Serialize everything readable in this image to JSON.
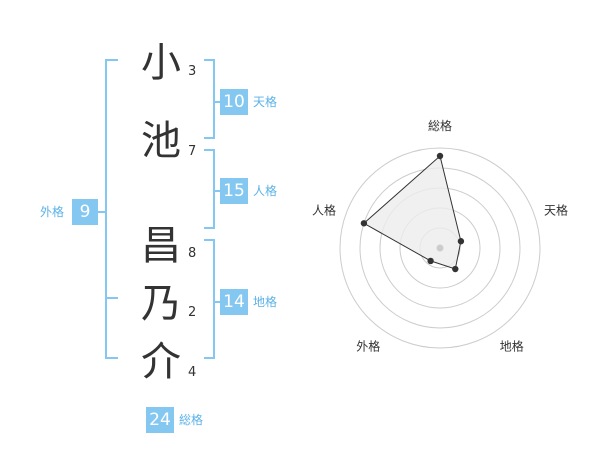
{
  "name_chars": [
    {
      "char": "小",
      "strokes": "3"
    },
    {
      "char": "池",
      "strokes": "7"
    },
    {
      "char": "昌",
      "strokes": "8"
    },
    {
      "char": "乃",
      "strokes": "2"
    },
    {
      "char": "介",
      "strokes": "4"
    }
  ],
  "fortunes": {
    "tenkaku": {
      "value": "10",
      "label": "天格"
    },
    "jinkaku": {
      "value": "15",
      "label": "人格"
    },
    "chikaku": {
      "value": "14",
      "label": "地格"
    },
    "gaikaku": {
      "value": "9",
      "label": "外格"
    },
    "soukaku": {
      "value": "24",
      "label": "総格"
    }
  },
  "chart_data": {
    "type": "radar",
    "axes": [
      "総格",
      "天格",
      "地格",
      "外格",
      "人格"
    ],
    "values": [
      4.6,
      1.1,
      1.3,
      0.8,
      4.0
    ],
    "max": 5,
    "rings": 5,
    "colors": {
      "fill": "#ececec",
      "line": "#333333",
      "grid": "#cccccc",
      "center": "#cccccc",
      "accent": "#84c8f2"
    }
  }
}
